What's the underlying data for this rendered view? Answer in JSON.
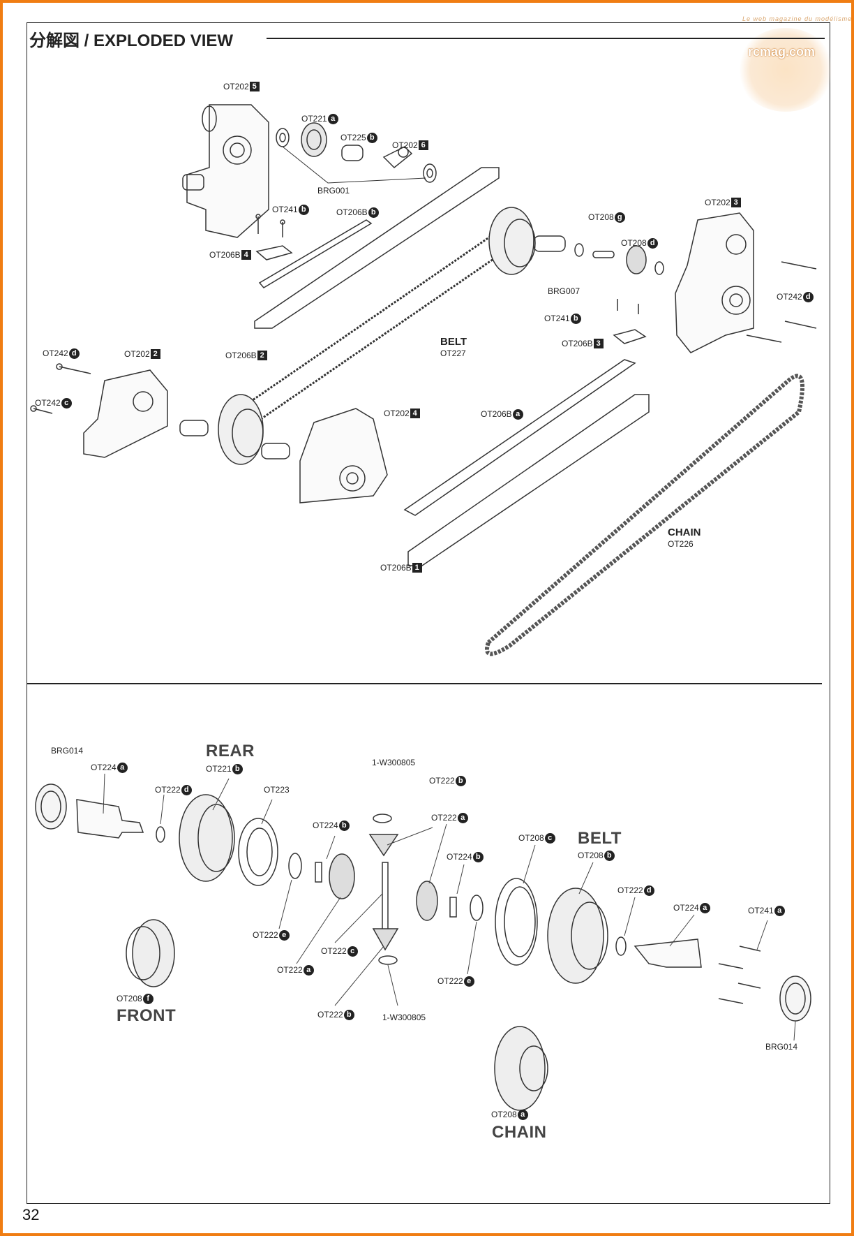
{
  "header": {
    "title": "分解図 / EXPLODED VIEW"
  },
  "watermark": {
    "site": "rcmag.com",
    "tagline": "Le web magazine du modélisme"
  },
  "page_number": "32",
  "top_labels": [
    {
      "id": "ot202-5",
      "code": "OT202",
      "tag": "5",
      "style": "chip"
    },
    {
      "id": "ot221-a",
      "code": "OT221",
      "tag": "a",
      "style": "dot"
    },
    {
      "id": "ot225-b",
      "code": "OT225",
      "tag": "b",
      "style": "dot"
    },
    {
      "id": "ot202-6",
      "code": "OT202",
      "tag": "6",
      "style": "chip"
    },
    {
      "id": "brg001",
      "code": "BRG001",
      "tag": "",
      "style": "none"
    },
    {
      "id": "ot241-b-1",
      "code": "OT241",
      "tag": "b",
      "style": "dot"
    },
    {
      "id": "ot206b-b",
      "code": "OT206B",
      "tag": "b",
      "style": "dot"
    },
    {
      "id": "ot206b-4",
      "code": "OT206B",
      "tag": "4",
      "style": "chip"
    },
    {
      "id": "ot208-g",
      "code": "OT208",
      "tag": "g",
      "style": "dot"
    },
    {
      "id": "ot202-3",
      "code": "OT202",
      "tag": "3",
      "style": "chip"
    },
    {
      "id": "ot208-d",
      "code": "OT208",
      "tag": "d",
      "style": "dot"
    },
    {
      "id": "brg007",
      "code": "BRG007",
      "tag": "",
      "style": "none"
    },
    {
      "id": "ot242-d-right",
      "code": "OT242",
      "tag": "d",
      "style": "dot"
    },
    {
      "id": "ot241-b-2",
      "code": "OT241",
      "tag": "b",
      "style": "dot"
    },
    {
      "id": "ot206b-3",
      "code": "OT206B",
      "tag": "3",
      "style": "chip"
    },
    {
      "id": "ot206b-2",
      "code": "OT206B",
      "tag": "2",
      "style": "chip"
    },
    {
      "id": "ot227",
      "code": "OT227",
      "tag": "",
      "style": "none"
    },
    {
      "id": "ot242-d-left",
      "code": "OT242",
      "tag": "d",
      "style": "dot"
    },
    {
      "id": "ot202-2",
      "code": "OT202",
      "tag": "2",
      "style": "chip"
    },
    {
      "id": "ot242-c",
      "code": "OT242",
      "tag": "c",
      "style": "dot"
    },
    {
      "id": "ot202-4",
      "code": "OT202",
      "tag": "4",
      "style": "chip"
    },
    {
      "id": "ot206b-a",
      "code": "OT206B",
      "tag": "a",
      "style": "dot"
    },
    {
      "id": "ot226",
      "code": "OT226",
      "tag": "",
      "style": "none"
    },
    {
      "id": "ot206b-1",
      "code": "OT206B",
      "tag": "1",
      "style": "chip"
    }
  ],
  "bottom_labels": [
    {
      "id": "brg014-l",
      "code": "BRG014",
      "tag": "",
      "style": "none"
    },
    {
      "id": "ot224-a-l",
      "code": "OT224",
      "tag": "a",
      "style": "dot"
    },
    {
      "id": "ot221-b",
      "code": "OT221",
      "tag": "b",
      "style": "dot"
    },
    {
      "id": "ot222-d-l",
      "code": "OT222",
      "tag": "d",
      "style": "dot"
    },
    {
      "id": "ot223",
      "code": "OT223",
      "tag": "",
      "style": "none"
    },
    {
      "id": "w300805-top",
      "code": "1-W300805",
      "tag": "",
      "style": "none"
    },
    {
      "id": "ot222-b-top",
      "code": "OT222",
      "tag": "b",
      "style": "dot"
    },
    {
      "id": "ot224-b-l",
      "code": "OT224",
      "tag": "b",
      "style": "dot"
    },
    {
      "id": "ot222-a-r",
      "code": "OT222",
      "tag": "a",
      "style": "dot"
    },
    {
      "id": "ot224-b-r",
      "code": "OT224",
      "tag": "b",
      "style": "dot"
    },
    {
      "id": "ot208-c",
      "code": "OT208",
      "tag": "c",
      "style": "dot"
    },
    {
      "id": "ot208-b",
      "code": "OT208",
      "tag": "b",
      "style": "dot"
    },
    {
      "id": "ot222-d-r",
      "code": "OT222",
      "tag": "d",
      "style": "dot"
    },
    {
      "id": "ot224-a-r",
      "code": "OT224",
      "tag": "a",
      "style": "dot"
    },
    {
      "id": "ot241-a",
      "code": "OT241",
      "tag": "a",
      "style": "dot"
    },
    {
      "id": "ot222-e-l",
      "code": "OT222",
      "tag": "e",
      "style": "dot"
    },
    {
      "id": "ot222-c",
      "code": "OT222",
      "tag": "c",
      "style": "dot"
    },
    {
      "id": "ot222-a-l",
      "code": "OT222",
      "tag": "a",
      "style": "dot"
    },
    {
      "id": "ot222-e-r",
      "code": "OT222",
      "tag": "e",
      "style": "dot"
    },
    {
      "id": "ot208-f",
      "code": "OT208",
      "tag": "f",
      "style": "dot"
    },
    {
      "id": "ot222-b-bot",
      "code": "OT222",
      "tag": "b",
      "style": "dot"
    },
    {
      "id": "w300805-bot",
      "code": "1-W300805",
      "tag": "",
      "style": "none"
    },
    {
      "id": "brg014-r",
      "code": "BRG014",
      "tag": "",
      "style": "none"
    },
    {
      "id": "ot208-a",
      "code": "OT208",
      "tag": "a",
      "style": "dot"
    }
  ],
  "group_titles": {
    "belt_top": "BELT",
    "chain_top": "CHAIN",
    "rear": "REAR",
    "belt": "BELT",
    "front": "FRONT",
    "chain": "CHAIN"
  }
}
